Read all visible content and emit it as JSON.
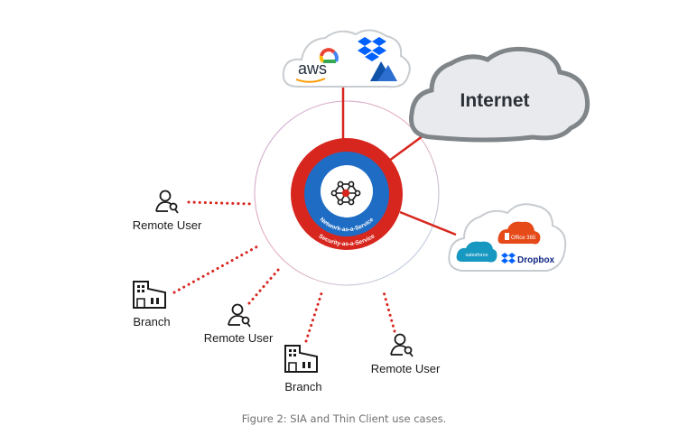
{
  "figure": {
    "caption": "Figure 2: SIA and Thin Client use cases."
  },
  "hub": {
    "inner_ring_label": "Network-as-a-Service",
    "outer_ring_label": "Security-as-a-Service",
    "center_icon": "network-mesh-icon"
  },
  "clouds": {
    "iaas": {
      "providers": [
        "Google Cloud",
        "Dropbox",
        "aws",
        "Azure"
      ],
      "aws_label": "aws"
    },
    "internet": {
      "label": "Internet"
    },
    "saas": {
      "providers": [
        "Office 365",
        "salesforce",
        "Dropbox"
      ],
      "office_label": "Office 365",
      "salesforce_label": "salesforce",
      "dropbox_label": "Dropbox"
    }
  },
  "nodes": [
    {
      "type": "remote-user",
      "label": "Remote User"
    },
    {
      "type": "branch",
      "label": "Branch"
    },
    {
      "type": "remote-user",
      "label": "Remote User"
    },
    {
      "type": "branch",
      "label": "Branch"
    },
    {
      "type": "remote-user",
      "label": "Remote User"
    }
  ],
  "colors": {
    "red": "#d7261e",
    "blue": "#1f6cc5",
    "cloud_gray": "#e9eaed",
    "cloud_border": "#808589"
  }
}
